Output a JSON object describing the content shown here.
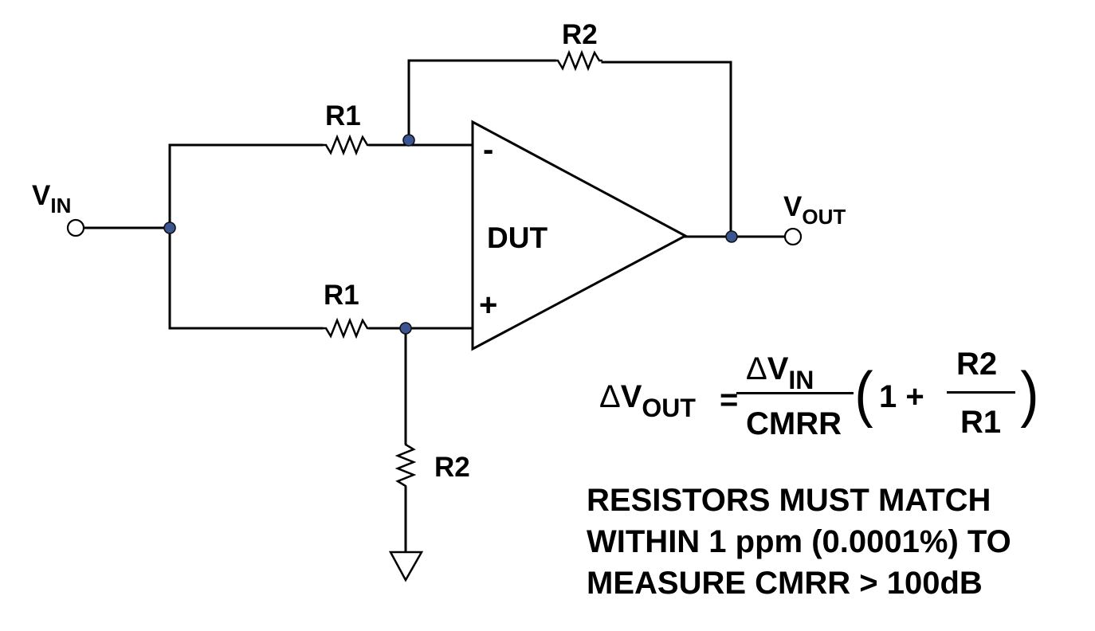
{
  "diagram": {
    "title": "CMRR measurement test circuit",
    "components": {
      "opamp": {
        "label": "DUT",
        "inverting_input": "-",
        "noninverting_input": "+"
      },
      "r1_top": {
        "label": "R1"
      },
      "r1_bottom": {
        "label": "R1"
      },
      "r2_feedback": {
        "label": "R2"
      },
      "r2_ground": {
        "label": "R2"
      },
      "ground": {
        "label": "ground"
      }
    },
    "terminals": {
      "input": {
        "main": "V",
        "sub": "IN"
      },
      "output": {
        "main": "V",
        "sub": "OUT"
      }
    }
  },
  "equation": {
    "lhs_delta": "Δ",
    "lhs_main": "V",
    "lhs_sub": "OUT",
    "equals": "=",
    "numerator_delta": "Δ",
    "numerator_main": "V",
    "numerator_sub": "IN",
    "denominator": "CMRR",
    "open_paren": "(",
    "one_plus": "1 +",
    "ratio_numerator": "R2",
    "ratio_denominator": "R1",
    "close_paren": ")"
  },
  "note": {
    "lines": [
      "RESISTORS MUST MATCH",
      "WITHIN 1 ppm (0.0001%) TO",
      "MEASURE CMRR > 100dB"
    ]
  },
  "colors": {
    "node_fill": "#3a5591",
    "line": "#000000",
    "background": "#ffffff"
  }
}
